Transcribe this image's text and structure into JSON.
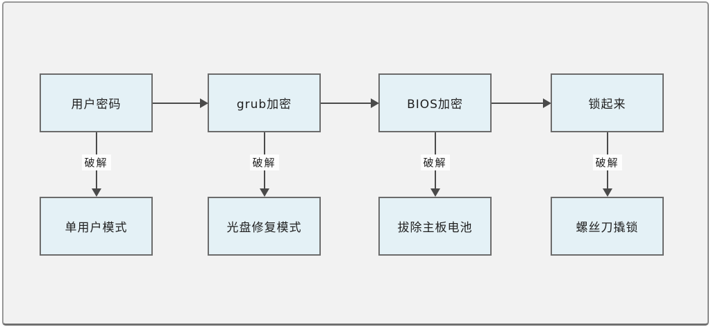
{
  "diagram": {
    "type": "flowchart",
    "description_of_flow": "four security methods chained left-to-right, each cracked downward to a bypass method",
    "columns": [
      {
        "method": "用户密码",
        "crack_label": "破解",
        "counter": "单用户模式"
      },
      {
        "method": "grub加密",
        "crack_label": "破解",
        "counter": "光盘修复模式"
      },
      {
        "method": "BIOS加密",
        "crack_label": "破解",
        "counter": "拔除主板电池"
      },
      {
        "method": "锁起来",
        "crack_label": "破解",
        "counter": "螺丝刀撬锁"
      }
    ],
    "colors": {
      "node_fill": "#e4f1f6",
      "node_border": "#6b6b6b",
      "arrow": "#4a4a4a",
      "text": "#1f1f1f",
      "canvas_background": "#f2f2f2",
      "canvas_border": "#979797"
    }
  }
}
